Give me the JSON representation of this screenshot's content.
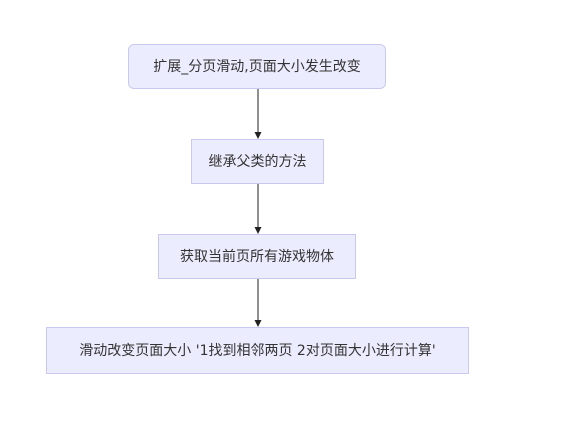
{
  "diagram": {
    "type": "flowchart",
    "direction": "top-to-bottom",
    "node_color": "#ececff",
    "node_border_color": "#c9c9f0",
    "edge_color": "#222222",
    "nodes": [
      {
        "id": "n1",
        "label": "扩展_分页滑动,页面大小发生改变"
      },
      {
        "id": "n2",
        "label": "继承父类的方法"
      },
      {
        "id": "n3",
        "label": "获取当前页所有游戏物体"
      },
      {
        "id": "n4",
        "label": "滑动改变页面大小 '1找到相邻两页 2对页面大小进行计算'"
      }
    ],
    "edges": [
      {
        "from": "n1",
        "to": "n2"
      },
      {
        "from": "n2",
        "to": "n3"
      },
      {
        "from": "n3",
        "to": "n4"
      }
    ]
  }
}
